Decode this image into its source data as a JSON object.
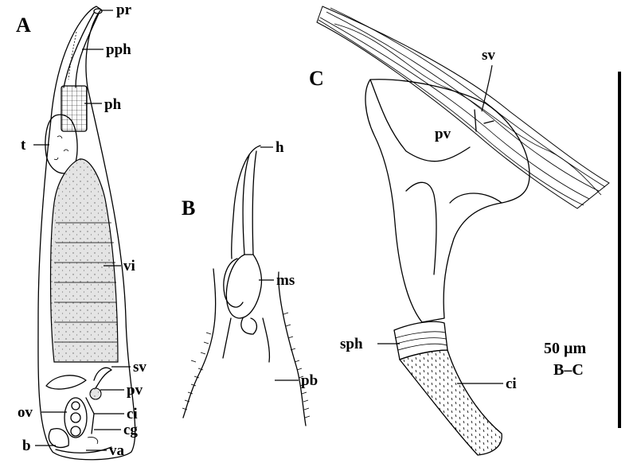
{
  "panels": {
    "a": "A",
    "b": "B",
    "c": "C"
  },
  "labels_a": {
    "pr": "pr",
    "pph": "pph",
    "ph": "ph",
    "t": "t",
    "vi": "vi",
    "sv": "sv",
    "pv": "pv",
    "ov": "ov",
    "ci": "ci",
    "cg": "cg",
    "b": "b",
    "va": "va"
  },
  "labels_b": {
    "h": "h",
    "ms": "ms",
    "pb": "pb"
  },
  "labels_c": {
    "sv": "sv",
    "pv": "pv",
    "sph": "sph",
    "ci": "ci"
  },
  "scale_bar": {
    "length": "50 µm",
    "applies_to": "B–C"
  },
  "colors": {
    "ink": "#000000",
    "stipple_fill": "#dcdcdc",
    "background": "#ffffff"
  }
}
